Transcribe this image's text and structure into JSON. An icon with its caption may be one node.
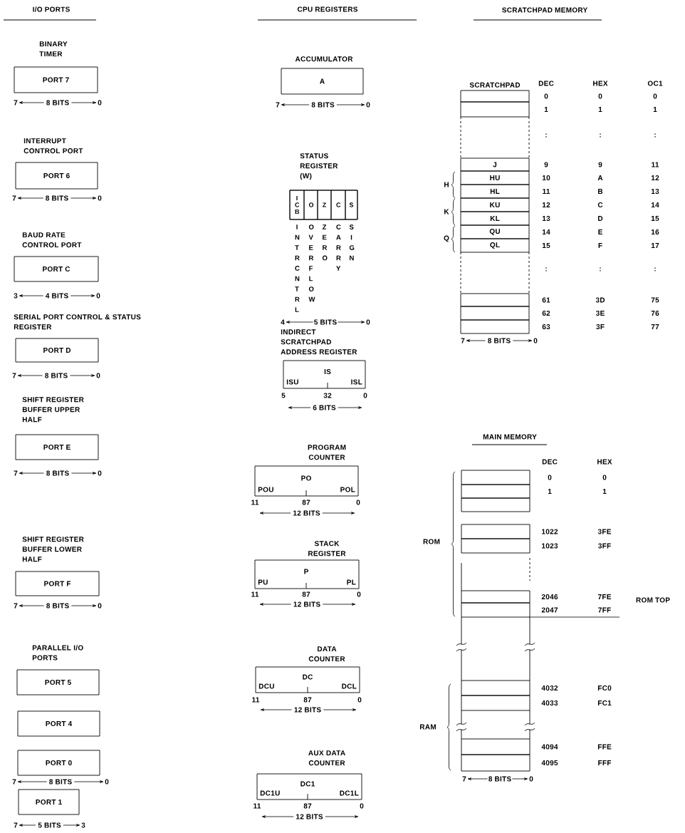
{
  "diagram": {
    "nodes": [
      {
        "text": [
          "BINARY TIMER",
          "PORT 7"
        ],
        "beside": [
          "7",
          "8 BITS",
          "0"
        ]
      },
      {
        "text": [
          "INTERRUPT CONTROL PORT",
          "PORT 6"
        ],
        "beside": [
          "7",
          "8 BITS",
          "0"
        ]
      },
      {
        "text": [
          "BAUD RATE CONTROL PORT",
          "PORT C"
        ],
        "beside": [
          "3",
          "4 BITS",
          "0"
        ]
      },
      {
        "text": [
          "SERIAL PORT CONTROL & STATUS REGISTER",
          "PORT D"
        ],
        "beside": [
          "7",
          "8 BITS",
          "0"
        ]
      },
      {
        "text": [
          "SHIFT REGISTER BUFFER UPPER HALF",
          "PORT E"
        ],
        "beside": [
          "7",
          "8 BITS",
          "0"
        ]
      },
      {
        "text": [
          "SHIFT REGISTER BUFFER LOWER HALF",
          "PORT F"
        ],
        "beside": [
          "7",
          "8 BITS",
          "0"
        ]
      },
      {
        "text": [
          "PORT 5"
        ]
      },
      {
        "text": [
          "PORT 4"
        ]
      },
      {
        "text": [
          "PORT 0"
        ],
        "beside": [
          "7",
          "8 BITS",
          "0"
        ]
      },
      {
        "text": [
          "PORT 1"
        ],
        "beside": [
          "7",
          "5 BITS",
          "3"
        ]
      },
      {
        "text": [
          "ACCUMULATOR",
          "A"
        ],
        "beside": [
          "7",
          "8 BITS",
          "0"
        ]
      },
      {
        "text": [
          "STATUS REGISTER (W)"
        ]
      },
      {
        "text": [
          "I C B"
        ],
        "in": 11,
        "beside": [
          "I N T R C N T R L"
        ]
      },
      {
        "text": [
          "O"
        ],
        "in": 11,
        "beside": [
          "O V E R F L O W"
        ]
      },
      {
        "text": [
          "Z"
        ],
        "in": 11,
        "beside": [
          "Z E R O"
        ]
      },
      {
        "text": [
          "C"
        ],
        "in": 11,
        "beside": [
          "C A R R Y"
        ]
      },
      {
        "text": [
          "S"
        ],
        "in": 11,
        "beside": [
          "S I G N"
        ]
      },
      {
        "text": [
          "INDIRECT SCRATCHPAD ADDRESS REGISTER",
          "IS",
          "ISU",
          "ISL"
        ],
        "beside": [
          "5",
          "32",
          "0",
          "6 BITS"
        ]
      },
      {
        "text": [
          "PROGRAM COUNTER",
          "PO",
          "POU",
          "POL"
        ],
        "beside": [
          "11",
          "87",
          "0",
          "12 BITS"
        ]
      },
      {
        "text": [
          "STACK REGISTER",
          "P",
          "PU",
          "PL"
        ],
        "beside": [
          "11",
          "87",
          "0",
          "12 BITS"
        ]
      },
      {
        "text": [
          "DATA COUNTER",
          "DC",
          "DCU",
          "DCL"
        ],
        "beside": [
          "11",
          "87",
          "0",
          "12 BITS"
        ]
      },
      {
        "text": [
          "AUX DATA COUNTER",
          "DC1",
          "DC1U",
          "DC1L"
        ],
        "beside": [
          "11",
          "87",
          "0",
          "12 BITS"
        ]
      },
      {
        "text": [
          "SCRATCHPAD"
        ],
        "beside": [
          "7",
          "8 BITS",
          "0"
        ]
      },
      {
        "text": [],
        "shape": "box",
        "in": 22
      },
      {
        "text": [],
        "shape": "box",
        "in": 22
      },
      {
        "text": [
          "J"
        ],
        "in": 22
      },
      {
        "text": [
          "HU"
        ],
        "in": 22
      },
      {
        "text": [
          "HL"
        ],
        "in": 22
      },
      {
        "text": [
          "KU"
        ],
        "in": 22
      },
      {
        "text": [
          "KL"
        ],
        "in": 22
      },
      {
        "text": [
          "QU"
        ],
        "in": 22
      },
      {
        "text": [
          "QL"
        ],
        "in": 22
      },
      {
        "text": [],
        "shape": "box",
        "in": 22
      },
      {
        "text": [],
        "shape": "box",
        "in": 22
      },
      {
        "text": [],
        "shape": "box",
        "in": 22
      },
      {
        "text": [],
        "shape": "box"
      },
      {
        "text": [],
        "shape": "box"
      },
      {
        "text": [],
        "shape": "box"
      },
      {
        "text": [],
        "shape": "box"
      },
      {
        "text": [],
        "shape": "box"
      },
      {
        "text": [],
        "shape": "box"
      },
      {
        "text": [],
        "shape": "box"
      },
      {
        "text": [],
        "shape": "box"
      },
      {
        "text": [],
        "shape": "box"
      },
      {
        "text": [],
        "shape": "box"
      },
      {
        "text": [],
        "shape": "box"
      }
    ],
    "labels": [
      "I/O PORTS",
      "CPU REGISTERS",
      "SCRATCHPAD MEMORY",
      "PARALLEL I/O PORTS",
      "4",
      "5 BITS",
      "0",
      "DEC",
      "HEX",
      "OC1",
      "0",
      "0",
      "0",
      "1",
      "1",
      "1",
      ":",
      ":",
      ":",
      "9",
      "9",
      "11",
      "10",
      "A",
      "12",
      "11",
      "B",
      "13",
      "12",
      "C",
      "14",
      "13",
      "D",
      "15",
      "14",
      "E",
      "16",
      "15",
      "F",
      "17",
      ":",
      ":",
      ":",
      "61",
      "3D",
      "75",
      "62",
      "3E",
      "76",
      "63",
      "3F",
      "77",
      "H",
      "K",
      "Q",
      "MAIN MEMORY",
      "DEC",
      "HEX",
      "0",
      "0",
      "1",
      "1",
      "1022",
      "3FE",
      "1023",
      "3FF",
      "2046",
      "7FE",
      "2047",
      "7FF",
      "4032",
      "FC0",
      "4033",
      "FC1",
      "4094",
      "FFE",
      "4095",
      "FFF",
      "ROM",
      "ROM TOP",
      "RAM",
      "7",
      "8 BITS",
      "0"
    ]
  }
}
